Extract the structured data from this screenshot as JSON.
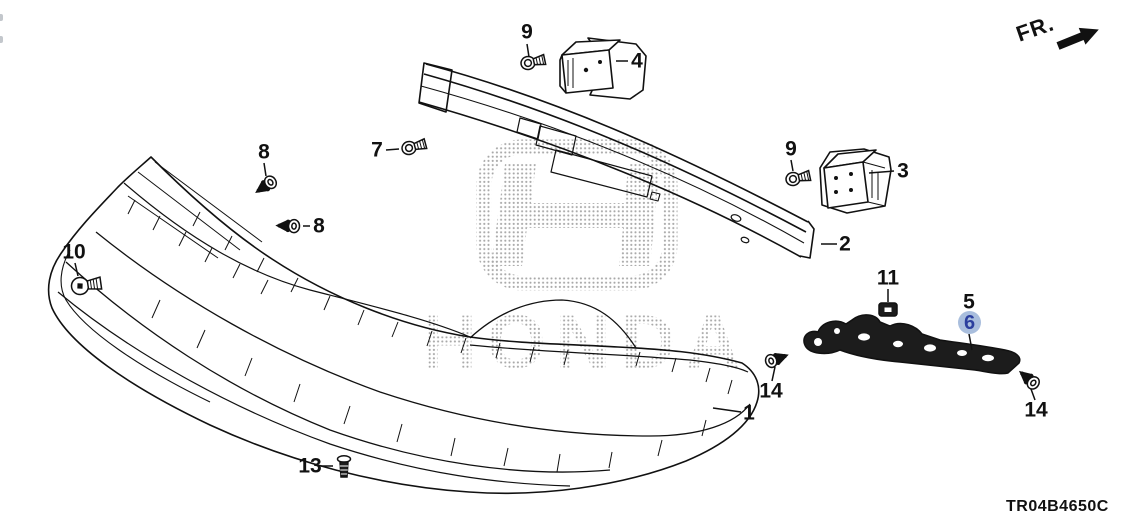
{
  "diagram": {
    "direction_label": "FR.",
    "code": "TR04B4650C",
    "watermark_text": "HONDA",
    "highlight": {
      "part": "6",
      "circle_color": "#a9bedd",
      "text_color": "#2b3f9e"
    },
    "labels": [
      {
        "ref": "1"
      },
      {
        "ref": "2"
      },
      {
        "ref": "3"
      },
      {
        "ref": "4"
      },
      {
        "ref": "5"
      },
      {
        "ref": "6",
        "highlighted": true
      },
      {
        "ref": "7"
      },
      {
        "ref": "8"
      },
      {
        "ref": "8"
      },
      {
        "ref": "9"
      },
      {
        "ref": "9"
      },
      {
        "ref": "10"
      },
      {
        "ref": "11"
      },
      {
        "ref": "13"
      },
      {
        "ref": "14"
      },
      {
        "ref": "14"
      }
    ]
  }
}
